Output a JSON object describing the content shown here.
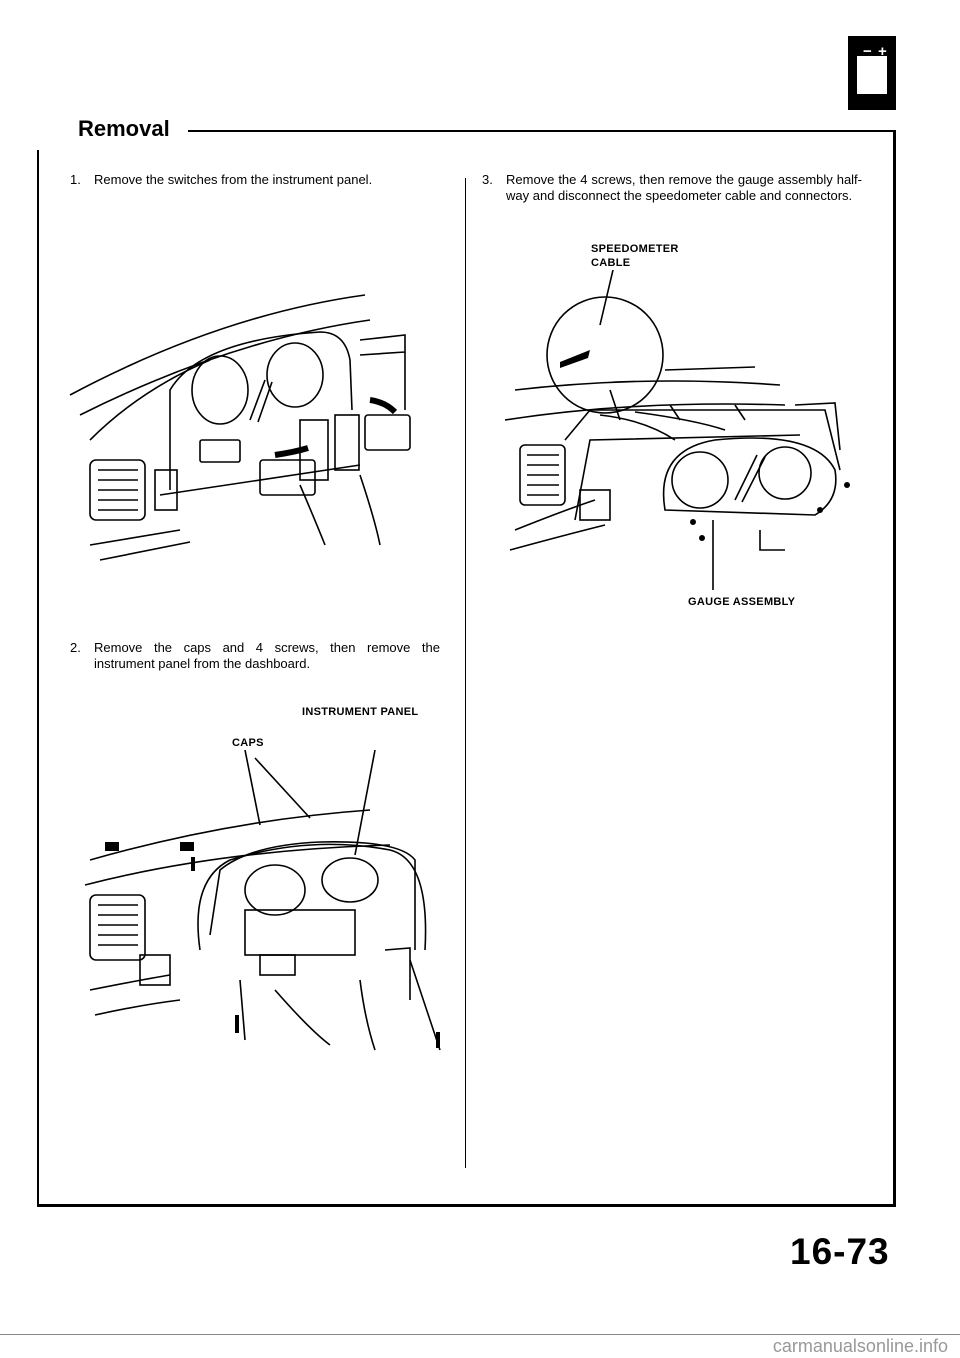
{
  "header": {
    "section_title": "Removal",
    "battery_icon": {
      "icon": "battery-icon",
      "minus": "−",
      "plus": "+"
    }
  },
  "steps": [
    {
      "number": "1.",
      "text": "Remove the switches from the instrument panel."
    },
    {
      "number": "2.",
      "text": "Remove the caps and 4 screws, then remove the instrument panel from the dashboard."
    },
    {
      "number": "3.",
      "text": "Remove the 4 screws, then remove the gauge assembly half-way and disconnect the speedometer cable and connectors."
    }
  ],
  "figures": {
    "fig2": {
      "label_panel": "INSTRUMENT PANEL",
      "label_caps": "CAPS"
    },
    "fig3": {
      "label_cable_1": "SPEEDOMETER",
      "label_cable_2": "CABLE",
      "label_gauge": "GAUGE ASSEMBLY"
    }
  },
  "footer": {
    "page_number": "16-73",
    "watermark": "carmanualsonline.info"
  }
}
